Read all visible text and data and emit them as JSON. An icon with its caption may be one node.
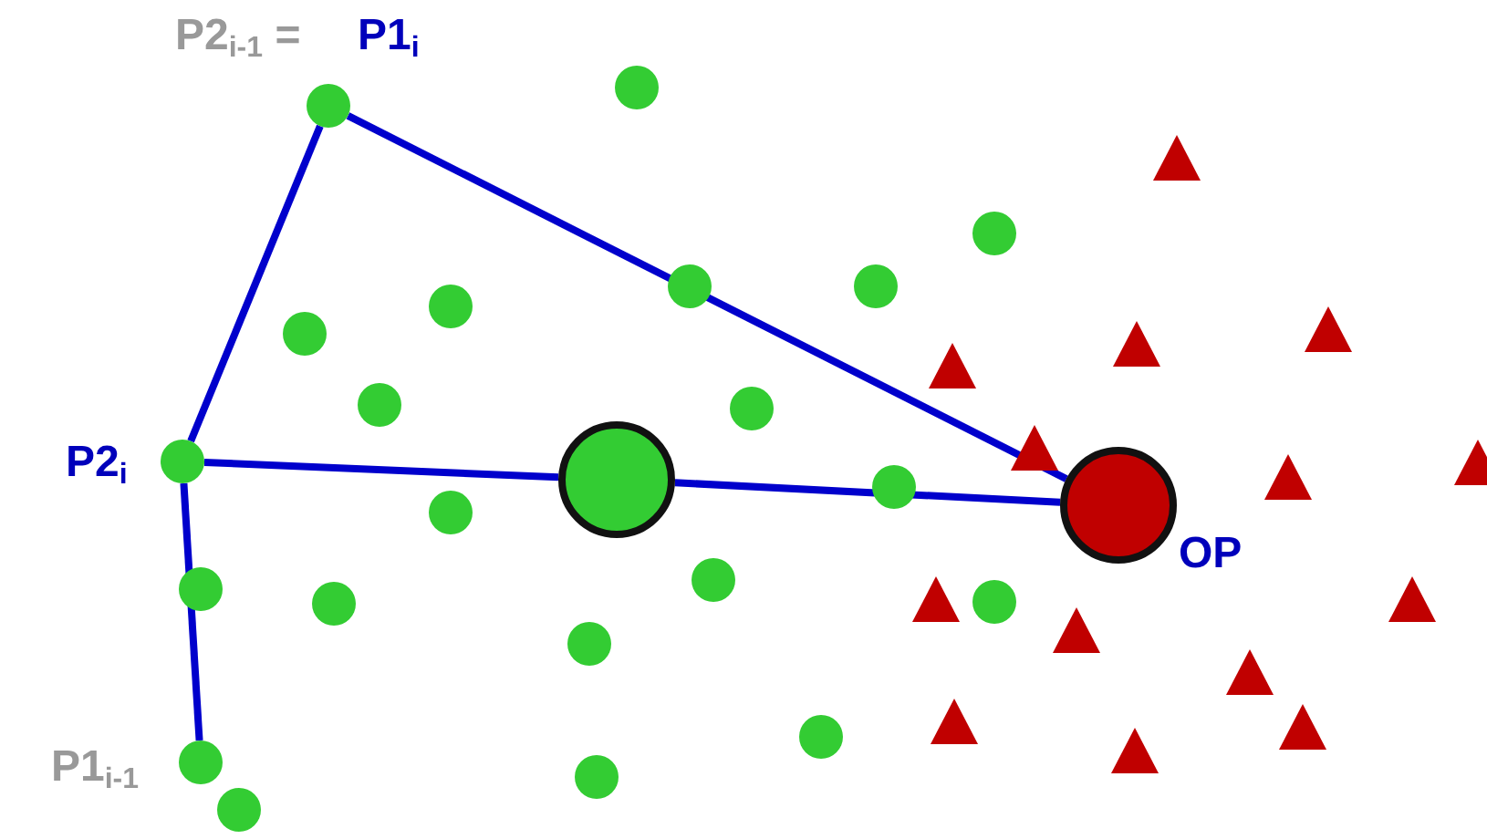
{
  "diagram": {
    "nodes": [
      {
        "text": [],
        "shape": "circle",
        "beside": [
          "P2$_{i-1}$ =",
          "P1$_{i}$"
        ]
      },
      {
        "text": [],
        "shape": "circle",
        "beside": [
          "P2$_{i}$"
        ]
      },
      {
        "text": [],
        "shape": "circle"
      },
      {
        "text": [],
        "shape": "circle",
        "beside": [
          "OP"
        ]
      },
      {
        "text": [],
        "shape": "circle",
        "beside": [
          "P1$_{i-1}$"
        ]
      }
    ],
    "edges": [
      {
        "from": 0,
        "to": 1,
        "arrow": "none"
      },
      {
        "from": 0,
        "to": 3,
        "arrow": "none"
      },
      {
        "from": 1,
        "to": 2,
        "arrow": "none"
      },
      {
        "from": 2,
        "to": 3,
        "arrow": "none"
      },
      {
        "from": 1,
        "to": 4,
        "arrow": "none"
      }
    ]
  }
}
